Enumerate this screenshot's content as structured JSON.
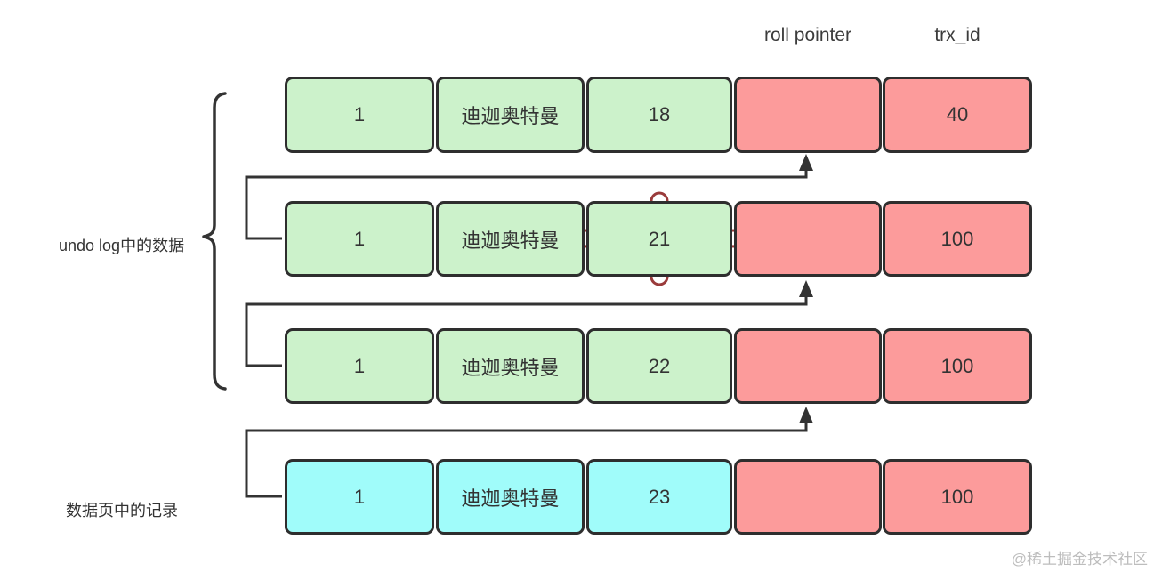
{
  "title_labels": {
    "roll_pointer": "roll pointer",
    "trx_id": "trx_id"
  },
  "side_labels": {
    "undo_log": "undo log中的数据",
    "data_page": "数据页中的记录"
  },
  "records": [
    {
      "id": "1",
      "name": "迪迦奥特曼",
      "age": "18",
      "roll_pointer": "",
      "trx_id": "40",
      "location": "undo log"
    },
    {
      "id": "1",
      "name": "迪迦奥特曼",
      "age": "21",
      "roll_pointer": "",
      "trx_id": "100",
      "location": "undo log",
      "selected_cell": "age"
    },
    {
      "id": "1",
      "name": "迪迦奥特曼",
      "age": "22",
      "roll_pointer": "",
      "trx_id": "100",
      "location": "undo log"
    },
    {
      "id": "1",
      "name": "迪迦奥特曼",
      "age": "23",
      "roll_pointer": "",
      "trx_id": "100",
      "location": "data page"
    }
  ],
  "watermark": "@稀土掘金技术社区",
  "colors": {
    "undo_green": "#ccf2cb",
    "pointer_red": "#fc9b9b",
    "page_cyan": "#a0fcfa",
    "box_border": "#2e2e2e",
    "arrow": "#333333",
    "handle_stroke": "#9a3b3b",
    "watermark_gray": "#bdbdbd"
  }
}
